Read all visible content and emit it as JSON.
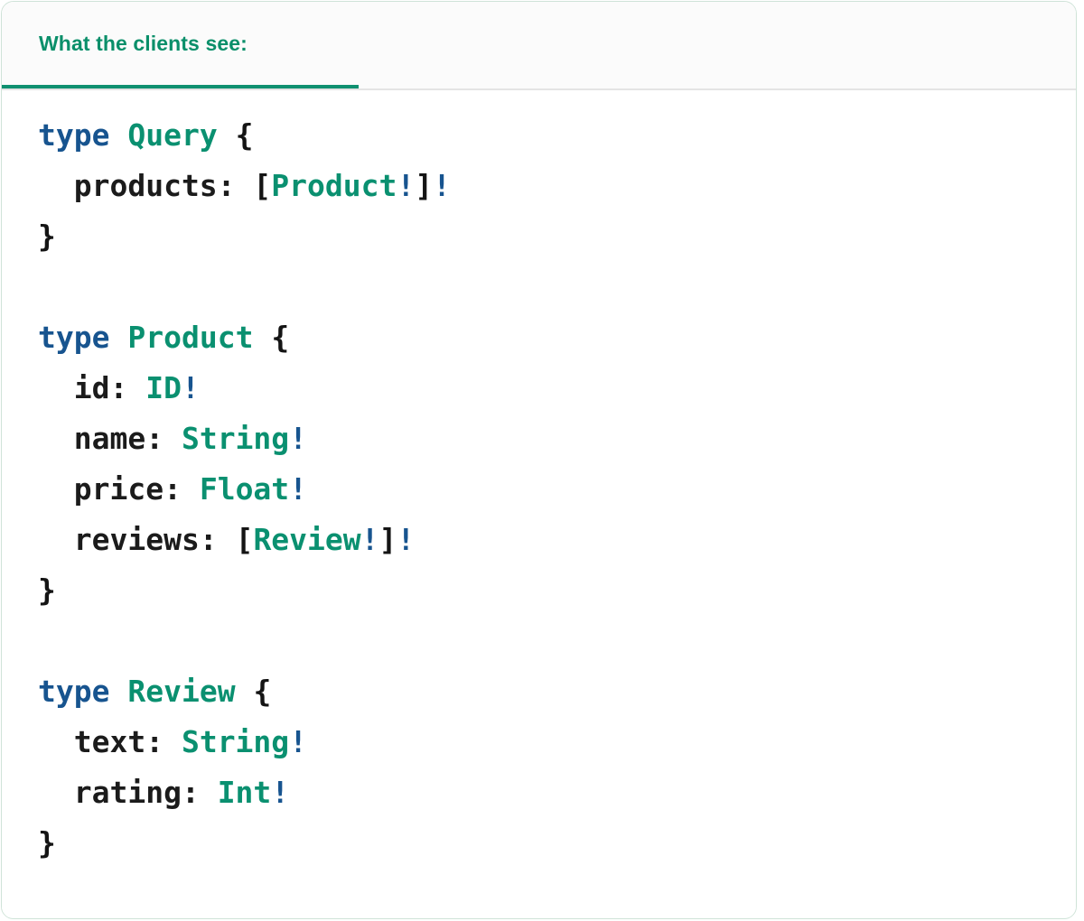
{
  "card": {
    "border_color": "#cfe3d8",
    "background": "#ffffff"
  },
  "header": {
    "background": "#fbfbfb",
    "active_tab_label": "What the clients see:",
    "active_tab_color": "#0a8f6a",
    "active_tab_underline_color": "#0f9070",
    "divider_color": "#e4e4e4"
  },
  "colors": {
    "keyword": "#17548f",
    "type_name": "#0a9070",
    "field": "#1b1b1b",
    "punctuation": "#141414",
    "non_null_bang": "#17548f"
  },
  "code": {
    "language": "graphql",
    "plain_text": "type Query {\n  products: [Product!]!\n}\n\ntype Product {\n  id: ID!\n  name: String!\n  price: Float!\n  reviews: [Review!]!\n}\n\ntype Review {\n  text: String!\n  rating: Int!\n}",
    "lines": [
      {
        "tokens": [
          {
            "t": "type",
            "c": "kw"
          },
          {
            "t": " ",
            "c": "plain"
          },
          {
            "t": "Query",
            "c": "type"
          },
          {
            "t": " ",
            "c": "plain"
          },
          {
            "t": "{",
            "c": "punct"
          }
        ]
      },
      {
        "tokens": [
          {
            "t": "  products:",
            "c": "field"
          },
          {
            "t": " ",
            "c": "plain"
          },
          {
            "t": "[",
            "c": "punct"
          },
          {
            "t": "Product",
            "c": "type"
          },
          {
            "t": "!",
            "c": "bang"
          },
          {
            "t": "]",
            "c": "punct"
          },
          {
            "t": "!",
            "c": "bang"
          }
        ]
      },
      {
        "tokens": [
          {
            "t": "}",
            "c": "punct"
          }
        ]
      },
      {
        "tokens": []
      },
      {
        "tokens": [
          {
            "t": "type",
            "c": "kw"
          },
          {
            "t": " ",
            "c": "plain"
          },
          {
            "t": "Product",
            "c": "type"
          },
          {
            "t": " ",
            "c": "plain"
          },
          {
            "t": "{",
            "c": "punct"
          }
        ]
      },
      {
        "tokens": [
          {
            "t": "  id:",
            "c": "field"
          },
          {
            "t": " ",
            "c": "plain"
          },
          {
            "t": "ID",
            "c": "type"
          },
          {
            "t": "!",
            "c": "bang"
          }
        ]
      },
      {
        "tokens": [
          {
            "t": "  name:",
            "c": "field"
          },
          {
            "t": " ",
            "c": "plain"
          },
          {
            "t": "String",
            "c": "type"
          },
          {
            "t": "!",
            "c": "bang"
          }
        ]
      },
      {
        "tokens": [
          {
            "t": "  price:",
            "c": "field"
          },
          {
            "t": " ",
            "c": "plain"
          },
          {
            "t": "Float",
            "c": "type"
          },
          {
            "t": "!",
            "c": "bang"
          }
        ]
      },
      {
        "tokens": [
          {
            "t": "  reviews:",
            "c": "field"
          },
          {
            "t": " ",
            "c": "plain"
          },
          {
            "t": "[",
            "c": "punct"
          },
          {
            "t": "Review",
            "c": "type"
          },
          {
            "t": "!",
            "c": "bang"
          },
          {
            "t": "]",
            "c": "punct"
          },
          {
            "t": "!",
            "c": "bang"
          }
        ]
      },
      {
        "tokens": [
          {
            "t": "}",
            "c": "punct"
          }
        ]
      },
      {
        "tokens": []
      },
      {
        "tokens": [
          {
            "t": "type",
            "c": "kw"
          },
          {
            "t": " ",
            "c": "plain"
          },
          {
            "t": "Review",
            "c": "type"
          },
          {
            "t": " ",
            "c": "plain"
          },
          {
            "t": "{",
            "c": "punct"
          }
        ]
      },
      {
        "tokens": [
          {
            "t": "  text:",
            "c": "field"
          },
          {
            "t": " ",
            "c": "plain"
          },
          {
            "t": "String",
            "c": "type"
          },
          {
            "t": "!",
            "c": "bang"
          }
        ]
      },
      {
        "tokens": [
          {
            "t": "  rating:",
            "c": "field"
          },
          {
            "t": " ",
            "c": "plain"
          },
          {
            "t": "Int",
            "c": "type"
          },
          {
            "t": "!",
            "c": "bang"
          }
        ]
      },
      {
        "tokens": [
          {
            "t": "}",
            "c": "punct"
          }
        ]
      }
    ]
  }
}
